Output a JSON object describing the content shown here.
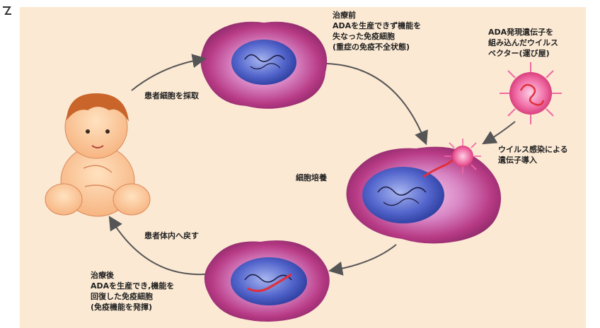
{
  "labels": {
    "before": {
      "title": "治療前",
      "lines": [
        "ADAを生産できず機能を",
        "失なった免疫細胞",
        "(重症の免疫不全状態)"
      ]
    },
    "vector": {
      "lines": [
        "ADA発現遺伝子を",
        "組み込んだウイルス",
        "ベクター(運び屋)"
      ]
    },
    "infection": {
      "lines": [
        "ウイルス感染による",
        "遺伝子導入"
      ]
    },
    "culture": "細胞培養",
    "collect": "患者細胞を採取",
    "return": "患者体内へ戻す",
    "after": {
      "title": "治療後",
      "lines": [
        "ADAを生産でき,機能を",
        "回復した免疫細胞",
        "(免疫機能を発揮)"
      ]
    }
  },
  "colors": {
    "background": "#fbe9d3",
    "cell_outer": "#c0408a",
    "cell_inner": "#e7a0d4",
    "nucleus": "#3b4fc0",
    "arrow": "#555555",
    "gene": "#e0303c",
    "virus": "#f0609a"
  },
  "icons": [
    "baby-figure",
    "cell-before",
    "cell-culture",
    "cell-after",
    "virus-vector",
    "virus-small"
  ]
}
